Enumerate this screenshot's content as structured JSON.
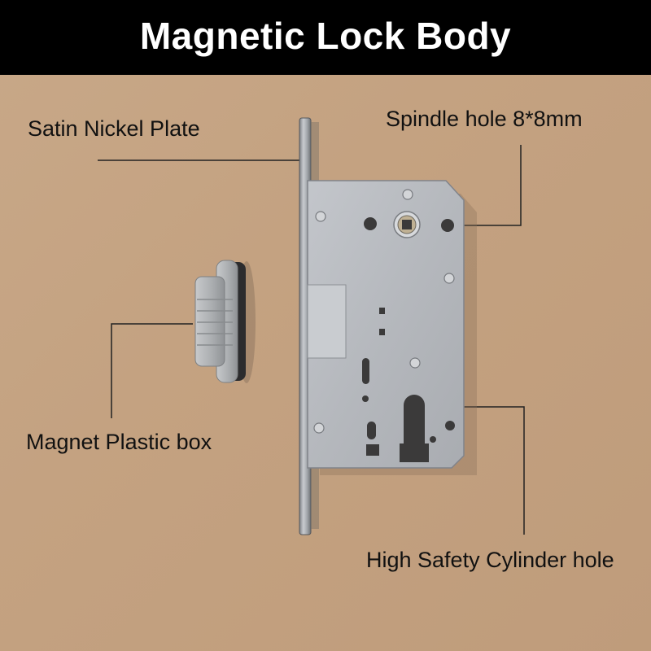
{
  "header": {
    "title": "Magnetic Lock Body"
  },
  "callouts": {
    "satin_nickel_plate": "Satin Nickel Plate",
    "spindle_hole": "Spindle hole 8*8mm",
    "magnet_plastic_box": "Magnet Plastic box",
    "cylinder_hole": "High Safety Cylinder hole"
  },
  "colors": {
    "background_cardboard": "#c4a281",
    "header_bar": "#000000",
    "metal_body": "#b9bcc2",
    "faceplate": "#9a9ea3",
    "plastic_box": "#a8abae"
  }
}
